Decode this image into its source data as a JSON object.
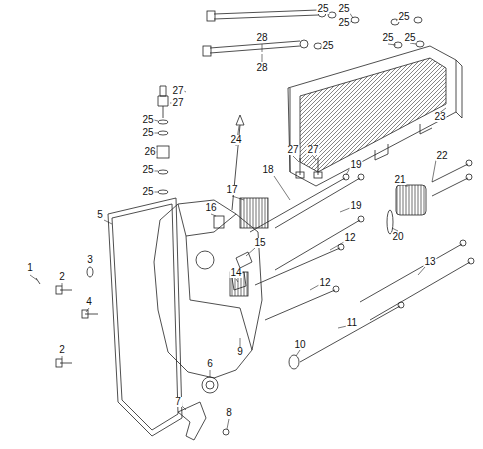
{
  "diagram": {
    "labels": [
      "28",
      "25",
      "25",
      "25",
      "25",
      "25",
      "25",
      "25",
      "28",
      "27",
      "27",
      "25",
      "25",
      "23",
      "24",
      "26",
      "27",
      "27",
      "22",
      "21",
      "19",
      "18",
      "25",
      "25",
      "16",
      "17",
      "19",
      "5",
      "20",
      "12",
      "15",
      "13",
      "3",
      "1",
      "14",
      "2",
      "12",
      "4",
      "11",
      "2",
      "9",
      "10",
      "6",
      "7",
      "8"
    ]
  }
}
